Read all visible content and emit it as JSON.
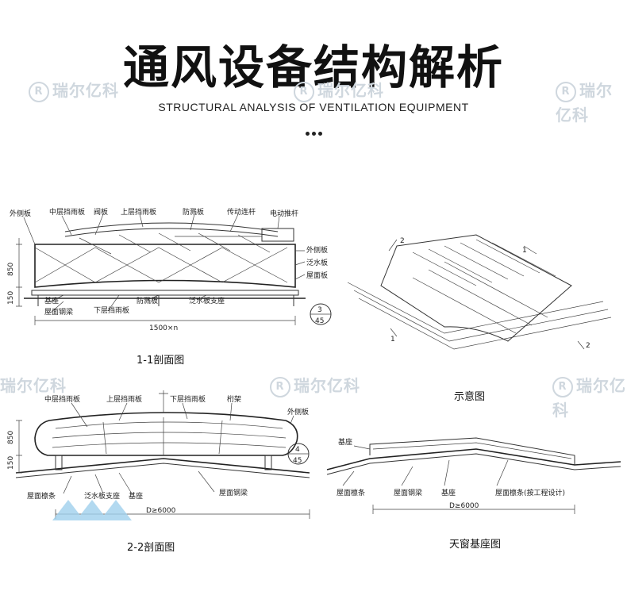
{
  "header": {
    "title": "通风设备结构解析",
    "subtitle": "STRUCTURAL ANALYSIS OF VENTILATION EQUIPMENT"
  },
  "watermark": {
    "text": "瑞尔亿科",
    "symbol": "R"
  },
  "section1": {
    "caption": "1-1剖面图",
    "labels": {
      "outer_side": "外侧板",
      "middle_baffle": "中层挡雨板",
      "valve": "阀板",
      "upper_baffle": "上层挡雨板",
      "anti_splash": "防溅板",
      "drive_rod": "传动连杆",
      "electric_rod": "电动推杆",
      "outer_side_r": "外侧板",
      "flashing": "泛水板",
      "roof_panel": "屋面板",
      "base": "基座",
      "roof_beam": "屋面钢梁",
      "lower_baffle": "下层挡雨板",
      "anti_splash2": "防溅板",
      "flashing_support": "泛水板支座",
      "dim_width": "1500×n",
      "dim_850": "850",
      "dim_150": "150",
      "ref_num": "3",
      "ref_den": "45"
    }
  },
  "section_iso": {
    "caption": "示意图",
    "cut_a": "2",
    "cut_b": "1"
  },
  "section2": {
    "caption": "2-2剖面图",
    "labels": {
      "middle_baffle": "中层挡雨板",
      "upper_baffle": "上层挡雨板",
      "lower_baffle": "下层挡雨板",
      "truss": "桁架",
      "outer_side": "外侧板",
      "roof_purlin": "屋面檩条",
      "flashing_support": "泛水板支座",
      "base": "基座",
      "roof_beam": "屋面钢梁",
      "dim_d": "D≥6000",
      "dim_850": "850",
      "dim_150": "150",
      "ref_num": "4",
      "ref_den": "45"
    }
  },
  "section3": {
    "caption": "天窗基座图",
    "labels": {
      "base": "基座",
      "roof_purlin": "屋面檩条",
      "roof_beam": "屋面钢梁",
      "base2": "基座",
      "roof_purlin_note": "屋面檩条(按工程设计)",
      "dim_d": "D≥6000"
    }
  }
}
